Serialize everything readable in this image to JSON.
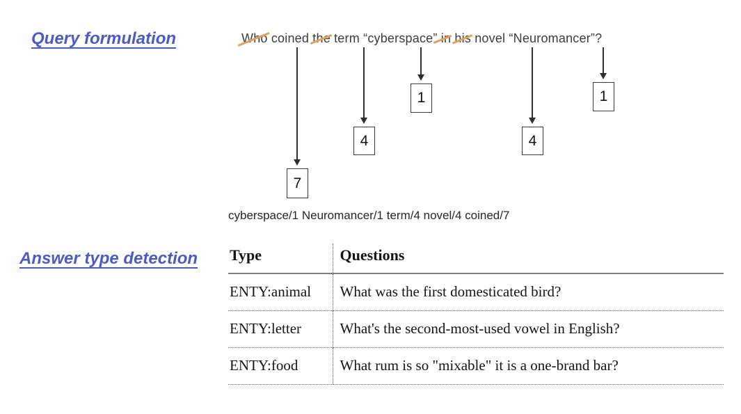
{
  "sections": {
    "query_formulation_label": "Query formulation",
    "answer_type_label": "Answer type detection"
  },
  "query": {
    "sentence_full": "Who coined the term “cyberspace” in his novel “Neuromancer”?",
    "words": [
      {
        "text": "Who",
        "struck": true
      },
      {
        "text": "coined",
        "struck": false
      },
      {
        "text": "the",
        "struck": true
      },
      {
        "text": "term",
        "struck": false
      },
      {
        "text": "“cyberspace”",
        "struck": false
      },
      {
        "text": "in",
        "struck": true,
        "wide_strike": true
      },
      {
        "text": "his",
        "struck": true
      },
      {
        "text": "novel",
        "struck": false
      },
      {
        "text": "“Neuromancer”?",
        "struck": false
      }
    ],
    "weight_boxes": [
      {
        "word": "coined",
        "value": "7"
      },
      {
        "word": "term",
        "value": "4"
      },
      {
        "word": "cyberspace",
        "value": "1"
      },
      {
        "word": "novel",
        "value": "4"
      },
      {
        "word": "Neuromancer",
        "value": "1"
      }
    ],
    "weights_line": "cyberspace/1 Neuromancer/1 term/4 novel/4 coined/7"
  },
  "answer_type_table": {
    "columns": [
      "Type",
      "Questions"
    ],
    "rows": [
      {
        "type": "ENTY:animal",
        "question": "What was the first domesticated bird?"
      },
      {
        "type": "ENTY:letter",
        "question": "What's the second-most-used vowel in English?"
      },
      {
        "type": "ENTY:food",
        "question": "What rum is so \"mixable\" it is a one-brand bar?"
      }
    ]
  },
  "colors": {
    "label_blue": "#4a5bc4",
    "strike_orange": "#dfa35e",
    "sentence_text": "#3b3b3b",
    "table_text": "#141414",
    "line_gray": "#7d7d7d"
  }
}
